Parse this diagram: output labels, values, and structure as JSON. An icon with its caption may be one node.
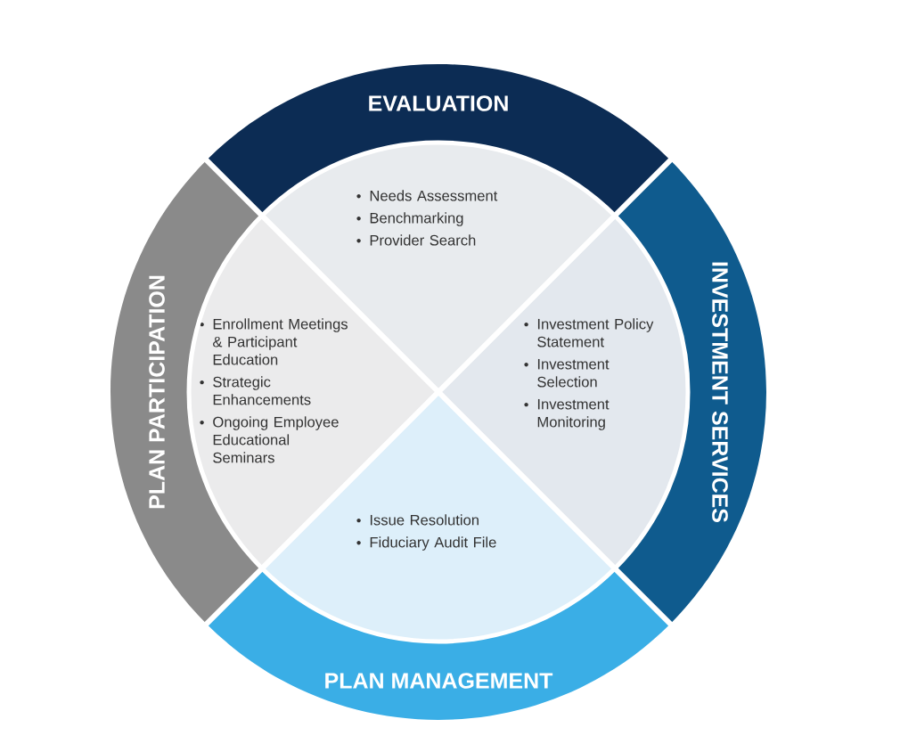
{
  "diagram": {
    "nodes": [
      {
        "text": [
          "EVALUATION"
        ]
      },
      {
        "text": [
          "Needs Assessment",
          "Benchmarking",
          "Provider Search"
        ]
      },
      {
        "text": [
          "PLAN PARTICIPATION"
        ]
      },
      {
        "text": [
          "Enrollment Meetings & Participant Education",
          "Strategic Enhancements",
          "Ongoing Employee Educational Seminars"
        ]
      },
      {
        "text": [
          "INVESTMENT SERVICES"
        ]
      },
      {
        "text": [
          "Investment Policy Statement",
          "Investment Selection",
          "Investment Monitoring"
        ]
      },
      {
        "text": [
          "PLAN MANAGEMENT"
        ]
      },
      {
        "text": [
          "Issue Resolution",
          "Fiduciary Audit File"
        ]
      }
    ]
  }
}
